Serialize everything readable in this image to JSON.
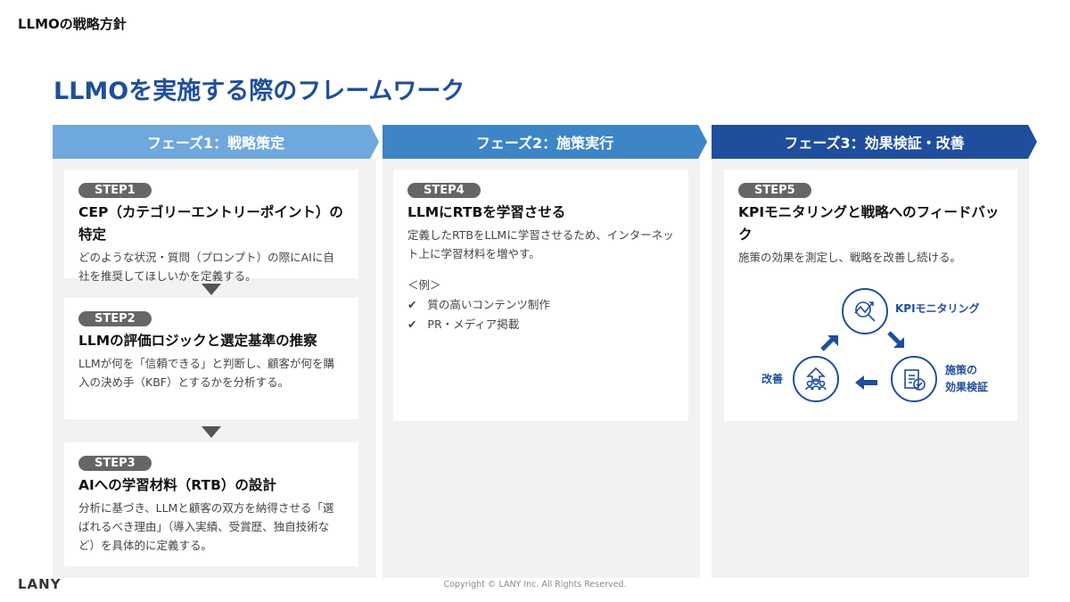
{
  "header": {
    "section": "LLMOの戦略方針",
    "title": "LLMOを実施する際のフレームワーク"
  },
  "phases": [
    {
      "label": "フェーズ1：戦略策定",
      "color": "#6fa8dc"
    },
    {
      "label": "フェーズ2：施策実行",
      "color": "#3d85c6"
    },
    {
      "label": "フェーズ3：効果検証・改善",
      "color": "#1f4e9c"
    }
  ],
  "steps": [
    {
      "badge": "STEP1",
      "title": "CEP（カテゴリーエントリーポイント）の特定",
      "desc": "どのような状況・質問（プロンプト）の際にAIに自社を推奨してほしいかを定義する。"
    },
    {
      "badge": "STEP2",
      "title": "LLMの評価ロジックと選定基準の推察",
      "desc": "LLMが何を「信頼できる」と判断し、顧客が何を購入の決め手（KBF）とするかを分析する。"
    },
    {
      "badge": "STEP3",
      "title": "AIへの学習材料（RTB）の設計",
      "desc": "分析に基づき、LLMと顧客の双方を納得させる「選ばれるべき理由」（導入実績、受賞歴、独自技術など）を具体的に定義する。"
    },
    {
      "badge": "STEP4",
      "title": "LLMにRTBを学習させる",
      "desc": "定義したRTBをLLMに学習させるため、インターネット上に学習材料を増やす。",
      "example_label": "＜例＞",
      "examples": [
        "質の高いコンテンツ制作",
        "PR・メディア掲載"
      ]
    },
    {
      "badge": "STEP5",
      "title": "KPIモニタリングと戦略へのフィードバック",
      "desc": "施策の効果を測定し、戦略を改善し続ける。"
    }
  ],
  "cycle": {
    "monitor": "KPIモニタリング",
    "verify_1": "施策の",
    "verify_2": "効果検証",
    "improve": "改善"
  },
  "footer": {
    "logo": "LANY",
    "copyright": "Copyright © LANY Inc. All Rights Reserved."
  }
}
